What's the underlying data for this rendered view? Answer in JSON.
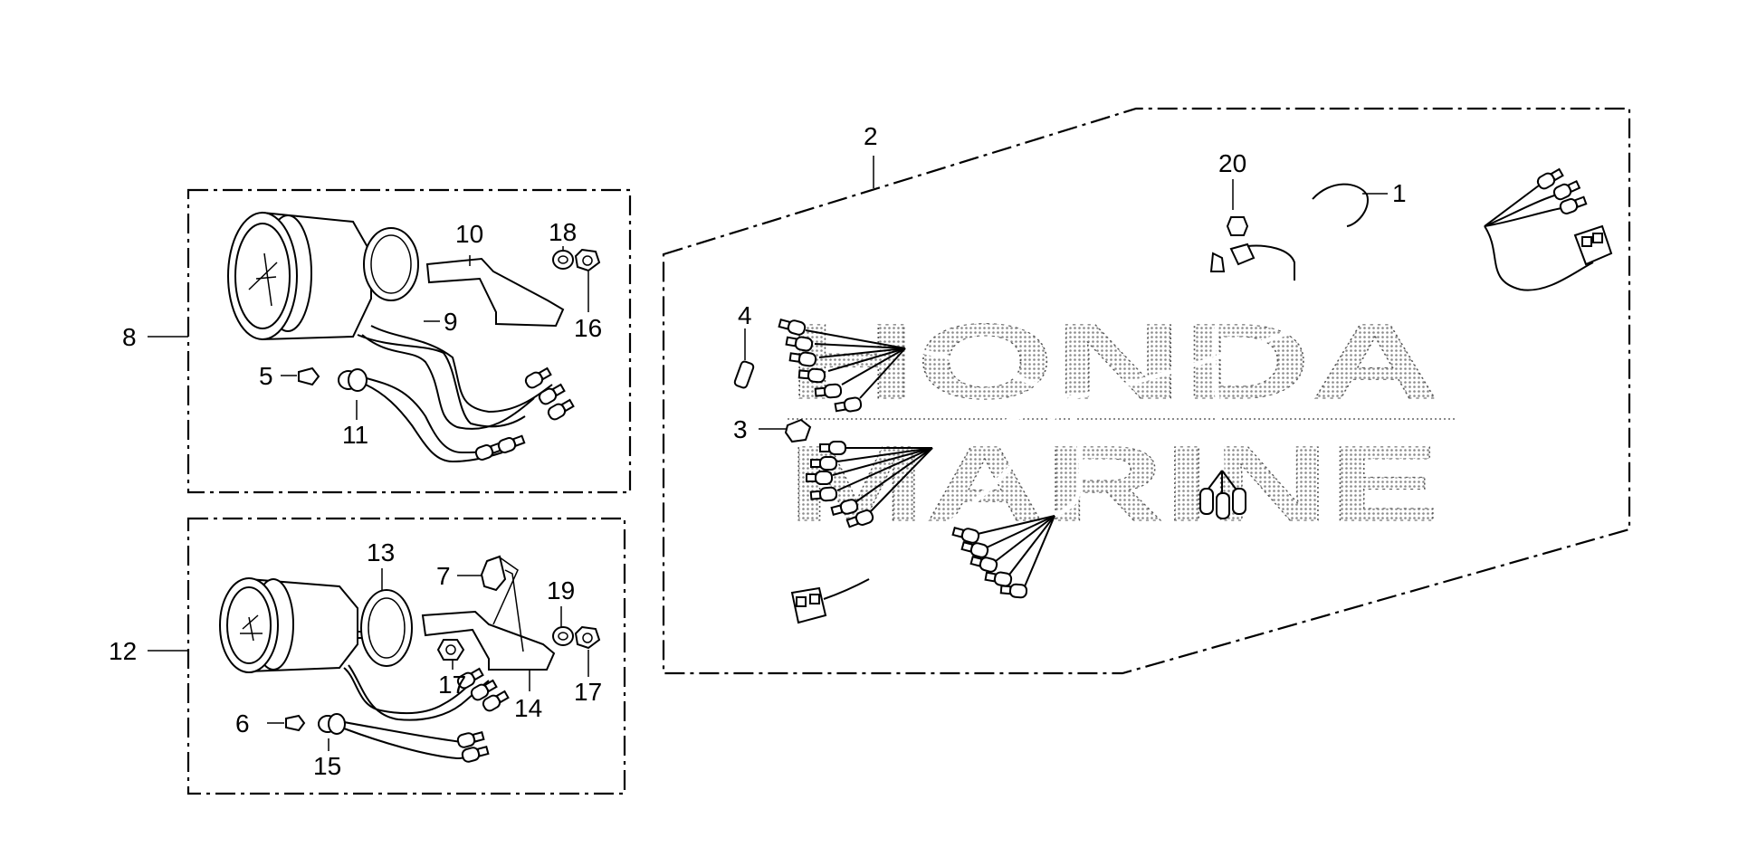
{
  "callouts": {
    "c1": "1",
    "c2": "2",
    "c3": "3",
    "c4": "4",
    "c5": "5",
    "c6": "6",
    "c7": "7",
    "c8": "8",
    "c9": "9",
    "c10": "10",
    "c11": "11",
    "c12": "12",
    "c13": "13",
    "c14": "14",
    "c15": "15",
    "c16": "16",
    "c17a": "17",
    "c17b": "17",
    "c18": "18",
    "c19": "19",
    "c20": "20"
  },
  "watermark": {
    "line1": "HONDA",
    "line2": "MARINE"
  },
  "colors": {
    "ink": "#000000",
    "paper": "#ffffff",
    "watermark": "#8a8a8a"
  }
}
